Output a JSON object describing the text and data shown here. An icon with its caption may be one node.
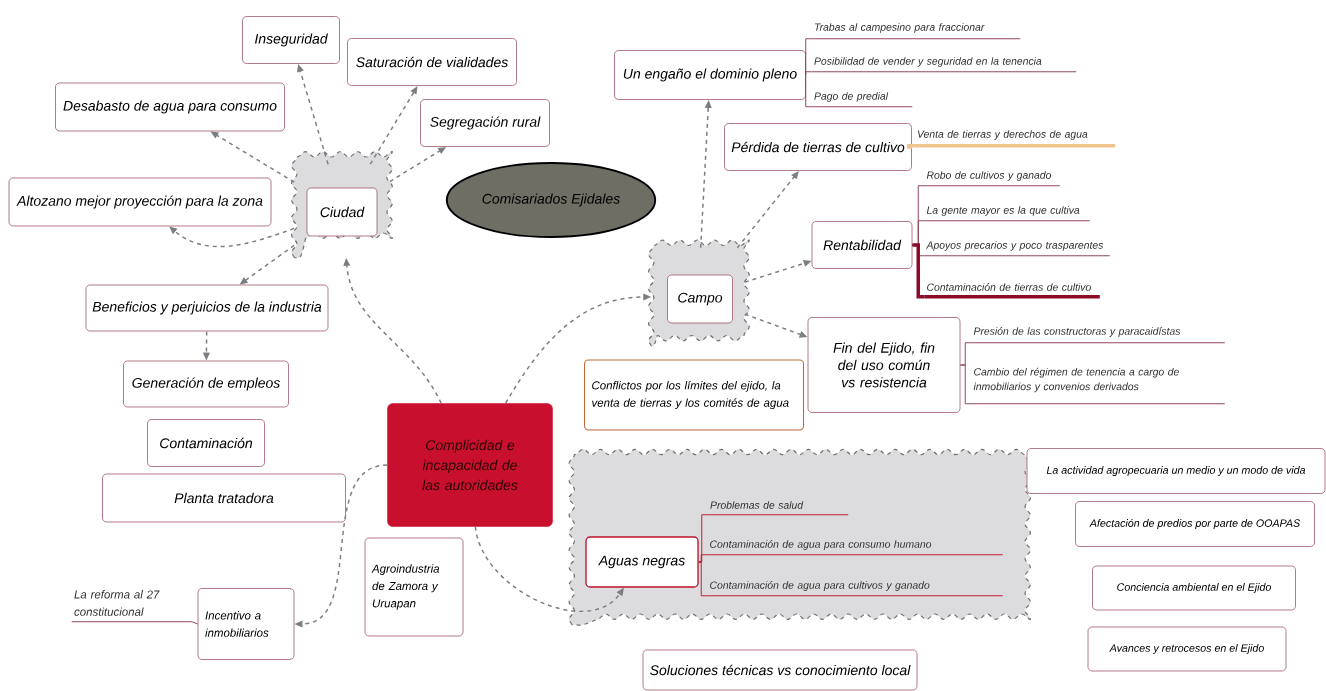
{
  "diagram": {
    "nodes": [
      {
        "text": [],
        "shape": "box"
      },
      {
        "text": [
          "Ciudad"
        ],
        "in": 0
      },
      {
        "text": [
          "Inseguridad"
        ]
      },
      {
        "text": [
          "Saturación de vialidades"
        ]
      },
      {
        "text": [
          "Desabasto de agua para consumo"
        ]
      },
      {
        "text": [
          "Segregación rural"
        ]
      },
      {
        "text": [
          "Altozano mejor proyección para la zona"
        ]
      },
      {
        "text": [
          "Comisariados Ejidales"
        ]
      },
      {
        "text": [
          "Beneficios y perjuicios de la industria"
        ]
      },
      {
        "text": [
          "Generación de empleos"
        ]
      },
      {
        "text": [
          "Contaminación"
        ]
      },
      {
        "text": [
          "Planta tratadora"
        ]
      },
      {
        "text": [
          "Complicidad e incapacidad de las autoridades"
        ]
      },
      {
        "text": [
          "Agroindustria de Zamora y Uruapan"
        ]
      },
      {
        "text": [
          "Incentivo a inmobiliarios"
        ]
      },
      {
        "text": [
          "La reforma al 27 constitucional"
        ]
      },
      {
        "text": [],
        "shape": "box"
      },
      {
        "text": [
          "Campo"
        ],
        "in": 16
      },
      {
        "text": [
          "Un engaño el dominio pleno"
        ]
      },
      {
        "text": [
          "Trabas al campesino para fraccionar"
        ]
      },
      {
        "text": [
          "Posibilidad de vender y seguridad en la tenencia"
        ]
      },
      {
        "text": [
          "Pago de predial"
        ]
      },
      {
        "text": [
          "Pérdida de tierras de cultivo"
        ]
      },
      {
        "text": [
          "Venta de tierras y derechos de agua"
        ]
      },
      {
        "text": [
          "Rentabilidad"
        ]
      },
      {
        "text": [
          "Robo de cultivos y ganado"
        ]
      },
      {
        "text": [
          "La gente mayor es la que cultiva"
        ]
      },
      {
        "text": [
          "Apoyos precarios y poco trasparentes"
        ]
      },
      {
        "text": [
          "Contaminación de tierras de cultivo"
        ]
      },
      {
        "text": [
          "Fin del Ejido, fin del uso común vs resistencia"
        ]
      },
      {
        "text": [
          "Presión de las constructoras y paracaidístas"
        ]
      },
      {
        "text": [
          "Cambio del régimen de tenencia a cargo de inmobiliarios y convenios derivados"
        ]
      },
      {
        "text": [
          "Conflictos por los límites del ejido, la venta de tierras y los comités de agua"
        ]
      },
      {
        "text": [],
        "shape": "box"
      },
      {
        "text": [
          "Aguas negras"
        ],
        "in": 33
      },
      {
        "text": [
          "Problemas de salud"
        ],
        "in": 33
      },
      {
        "text": [
          "Contaminación de agua para consumo humano"
        ],
        "in": 33
      },
      {
        "text": [
          "Contaminación de agua para cultivos y ganado"
        ],
        "in": 33
      },
      {
        "text": [
          "Soluciones técnicas vs conocimiento local"
        ]
      },
      {
        "text": [
          "La actividad agropecuaria un medio y un modo de vida"
        ]
      },
      {
        "text": [
          "Afectación de predios por parte de OOAPAS"
        ]
      },
      {
        "text": [
          "Conciencia ambiental en el Ejido"
        ]
      },
      {
        "text": [
          "Avances y retrocesos en el Ejido"
        ]
      }
    ],
    "edges": [
      {
        "from": 0,
        "to": 2,
        "arrow": "to",
        "style": "dashed"
      },
      {
        "from": 0,
        "to": 3,
        "arrow": "to",
        "style": "dashed"
      },
      {
        "from": 0,
        "to": 4,
        "arrow": "to",
        "style": "dashed"
      },
      {
        "from": 0,
        "to": 5,
        "arrow": "to",
        "style": "dashed"
      },
      {
        "from": 0,
        "to": 6,
        "arrow": "to",
        "style": "dashed"
      },
      {
        "from": 0,
        "to": 8,
        "arrow": "to",
        "style": "dashed"
      },
      {
        "from": 8,
        "to": 9,
        "arrow": "to",
        "style": "dashed"
      },
      {
        "from": 12,
        "to": 0,
        "arrow": "to",
        "style": "dashed"
      },
      {
        "from": 12,
        "to": 16,
        "arrow": "to",
        "style": "dashed"
      },
      {
        "from": 12,
        "to": 14,
        "arrow": "to",
        "style": "dashed"
      },
      {
        "from": 12,
        "to": 34,
        "arrow": "to",
        "style": "dashed"
      },
      {
        "from": 16,
        "to": 18,
        "arrow": "to",
        "style": "dashed"
      },
      {
        "from": 16,
        "to": 22,
        "arrow": "to",
        "style": "dashed"
      },
      {
        "from": 16,
        "to": 24,
        "arrow": "to",
        "style": "dashed"
      },
      {
        "from": 16,
        "to": 29,
        "arrow": "to",
        "style": "dashed"
      },
      {
        "from": 18,
        "to": 19,
        "arrow": "none",
        "color": "#8c3a4c"
      },
      {
        "from": 18,
        "to": 20,
        "arrow": "none",
        "color": "#8c3a4c"
      },
      {
        "from": 18,
        "to": 21,
        "arrow": "none",
        "color": "#8c3a4c"
      },
      {
        "from": 22,
        "to": 23,
        "arrow": "none",
        "style": "thick",
        "color": "#f0c48a"
      },
      {
        "from": 24,
        "to": 25,
        "arrow": "none",
        "color": "#8c3a4c"
      },
      {
        "from": 24,
        "to": 26,
        "arrow": "none",
        "color": "#8c3a4c"
      },
      {
        "from": 24,
        "to": 27,
        "arrow": "none",
        "color": "#8c3a4c"
      },
      {
        "from": 24,
        "to": 28,
        "arrow": "none",
        "style": "thick",
        "color": "#8b0a28"
      },
      {
        "from": 29,
        "to": 30,
        "arrow": "none",
        "color": "#8c3a4c"
      },
      {
        "from": 29,
        "to": 31,
        "arrow": "none",
        "color": "#8c3a4c"
      },
      {
        "from": 14,
        "to": 15,
        "arrow": "none",
        "color": "#8c3a4c"
      },
      {
        "from": 34,
        "to": 35,
        "arrow": "none",
        "color": "#c0102a"
      },
      {
        "from": 34,
        "to": 36,
        "arrow": "none",
        "color": "#c0102a"
      },
      {
        "from": 34,
        "to": 37,
        "arrow": "none",
        "color": "#c0102a"
      }
    ]
  }
}
